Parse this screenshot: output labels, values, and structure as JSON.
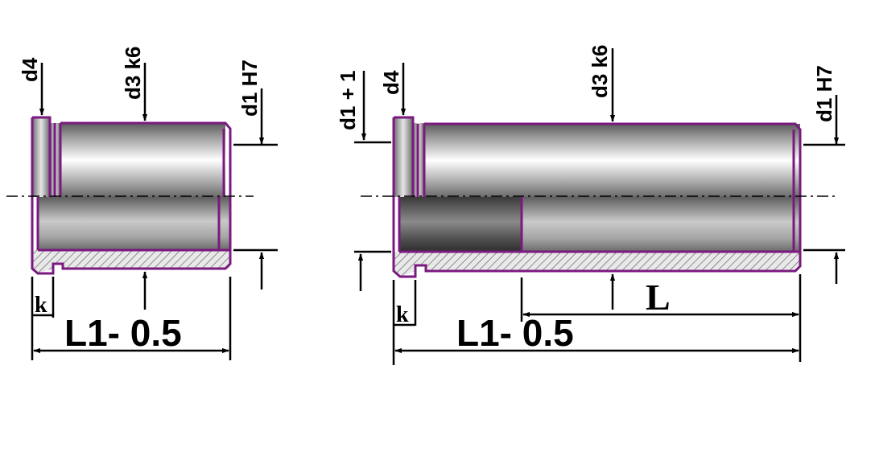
{
  "colors": {
    "outline": "#7a1a80",
    "dimension": "#000000",
    "background": "#ffffff",
    "metal_light": "#f2f2f2",
    "metal_dark": "#6a6a6a",
    "hatch": "#555555"
  },
  "left_part": {
    "labels": {
      "d4": "d4",
      "d3": "d3 k6",
      "d1": "d1 H7",
      "k": "k",
      "length": "L1- 0.5"
    }
  },
  "right_part": {
    "labels": {
      "d1_plus": "d1 + 1",
      "d4": "d4",
      "d3": "d3 k6",
      "d1": "d1 H7",
      "k": "k",
      "L": "L",
      "length": "L1- 0.5"
    }
  }
}
